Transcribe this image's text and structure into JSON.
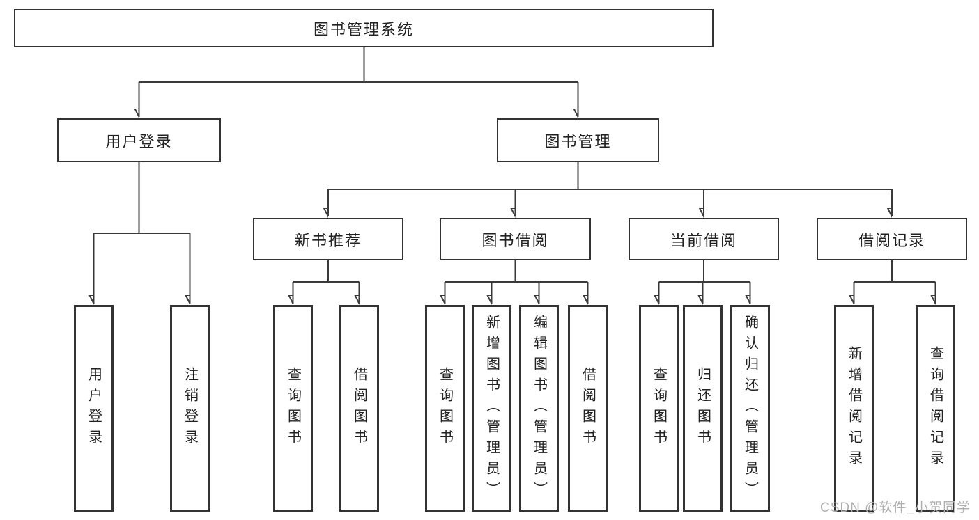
{
  "watermark": "CSDN @软件_小贺同学",
  "colors": {
    "line": "#3a3a3a",
    "box_border": "#333333",
    "box_fill": "#ffffff",
    "text": "#222222",
    "watermark": "#b0b0b0"
  },
  "tree": {
    "label": "图书管理系统",
    "children": [
      {
        "label": "用户登录",
        "children": [
          {
            "label": "用户登录"
          },
          {
            "label": "注销登录"
          }
        ]
      },
      {
        "label": "图书管理",
        "children": [
          {
            "label": "新书推荐",
            "children": [
              {
                "label": "查询图书"
              },
              {
                "label": "借阅图书"
              }
            ]
          },
          {
            "label": "图书借阅",
            "children": [
              {
                "label": "查询图书"
              },
              {
                "label": "新增图书（管理员）"
              },
              {
                "label": "编辑图书（管理员）"
              },
              {
                "label": "借阅图书"
              }
            ]
          },
          {
            "label": "当前借阅",
            "children": [
              {
                "label": "查询图书"
              },
              {
                "label": "归还图书"
              },
              {
                "label": "确认归还（管理员）"
              }
            ]
          },
          {
            "label": "借阅记录",
            "children": [
              {
                "label": "新增借阅记录"
              },
              {
                "label": "查询借阅记录"
              }
            ]
          }
        ]
      }
    ]
  }
}
